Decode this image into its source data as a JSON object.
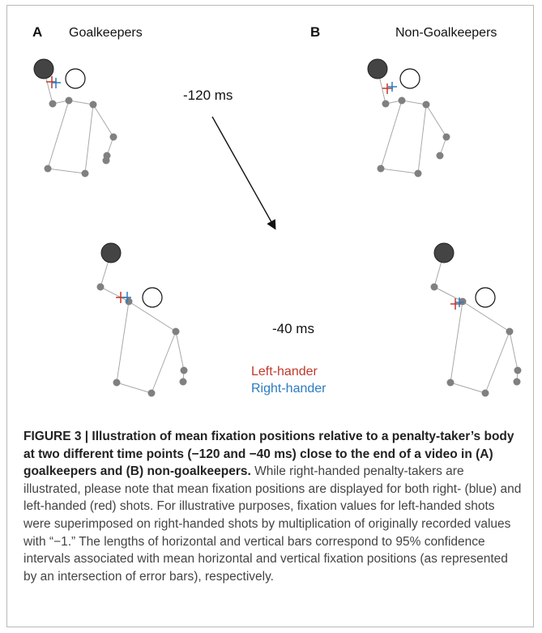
{
  "figure": {
    "panel_a": {
      "letter": "A",
      "title": "Goalkeepers"
    },
    "panel_b": {
      "letter": "B",
      "title": "Non-Goalkeepers"
    },
    "time_early": "-120 ms",
    "time_late": "-40 ms",
    "legend": {
      "left": "Left-hander",
      "right": "Right-hander"
    },
    "colors": {
      "left_hander": "#c0392b",
      "right_hander": "#2b7bc0",
      "joint": "#808080",
      "head": "#444444",
      "limb": "#a8a8a8"
    }
  },
  "caption": {
    "title": "FIGURE 3 | Illustration of mean fixation positions relative to a penalty-taker’s body at two different time points (−120 and −40 ms) close to the end of a video in (A) goalkeepers and (B) non-goalkeepers.",
    "body": "While right-handed penalty-takers are illustrated, please note that mean fixation positions are displayed for both right- (blue) and left-handed (red) shots. For illustrative purposes, fixation values for left-handed shots were superimposed on right-handed shots by multiplication of originally recorded values with “−1.” The lengths of horizontal and vertical bars correspond to 95% confidence intervals associated with mean horizontal and vertical fixation positions (as represented by an intersection of error bars), respectively."
  }
}
